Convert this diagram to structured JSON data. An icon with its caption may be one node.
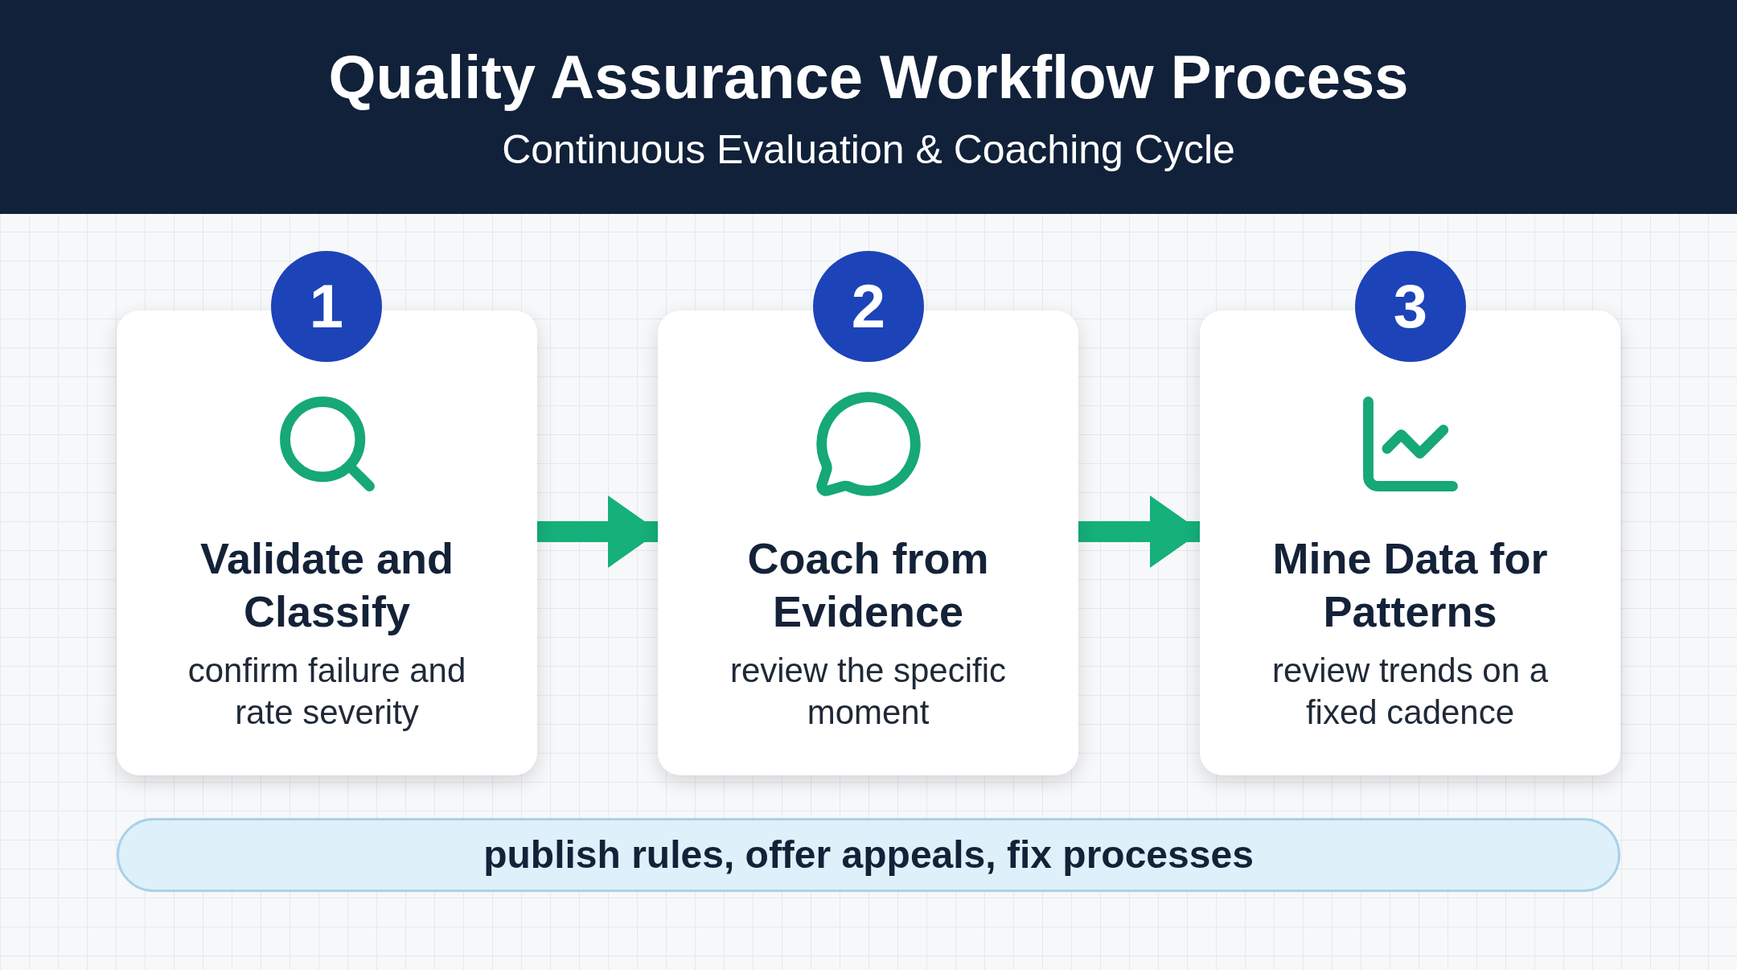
{
  "diagram": {
    "title": "Quality Assurance Workflow Process",
    "nodes": [
      {
        "text": [
          "1"
        ]
      },
      {
        "text": [
          "Validate and Classify",
          "confirm failure and rate severity"
        ]
      },
      {
        "text": [
          "2"
        ]
      },
      {
        "text": [
          "Coach from Evidence",
          "review the specific moment"
        ]
      },
      {
        "text": [
          "3"
        ]
      },
      {
        "text": [
          "Mine Data for Patterns",
          "review trends on a fixed cadence"
        ]
      },
      {
        "text": [
          "publish rules, offer appeals, fix processes"
        ]
      }
    ],
    "edges": [
      {
        "from": 1,
        "to": 3,
        "arrow": "to"
      },
      {
        "from": 3,
        "to": 5,
        "arrow": "to"
      }
    ],
    "labels": [
      "Continuous Evaluation & Coaching Cycle"
    ]
  }
}
